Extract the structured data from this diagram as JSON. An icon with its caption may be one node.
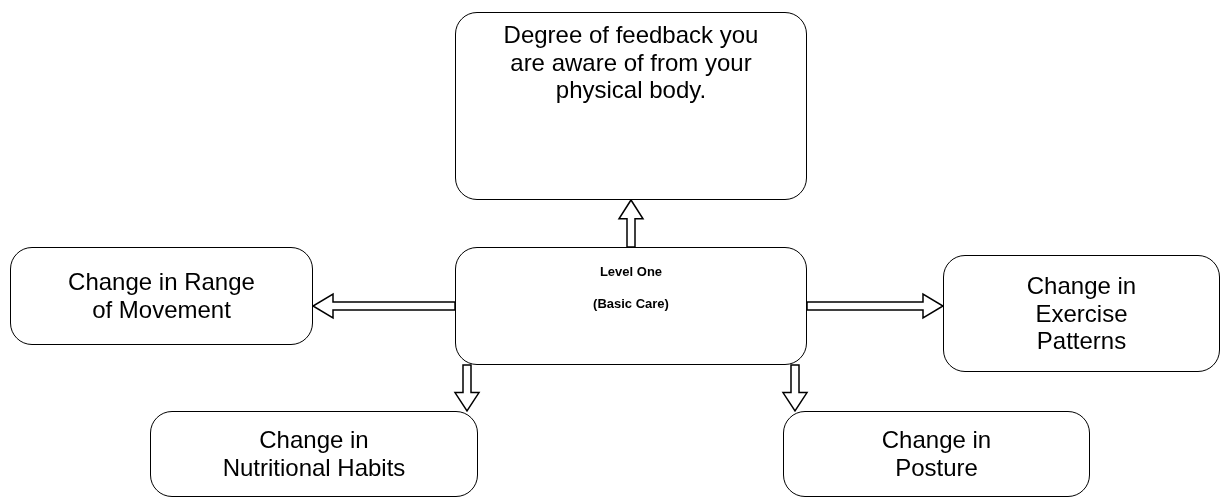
{
  "diagram": {
    "nodes": [
      {
        "text": [
          "Degree of feedback you are aware of from your physical body."
        ]
      },
      {
        "text": [
          "Change in Range of Movement"
        ]
      },
      {
        "text": [
          "Level One",
          "(Basic Care)"
        ]
      },
      {
        "text": [
          "Change in Exercise Patterns"
        ]
      },
      {
        "text": [
          "Change in Nutritional Habits"
        ]
      },
      {
        "text": [
          "Change in Posture"
        ]
      }
    ],
    "edges": [
      {
        "from": 2,
        "to": 0,
        "arrow": "to"
      },
      {
        "from": 2,
        "to": 1,
        "arrow": "to"
      },
      {
        "from": 2,
        "to": 3,
        "arrow": "to"
      },
      {
        "from": 2,
        "to": 4,
        "arrow": "to"
      },
      {
        "from": 2,
        "to": 5,
        "arrow": "to"
      }
    ]
  }
}
